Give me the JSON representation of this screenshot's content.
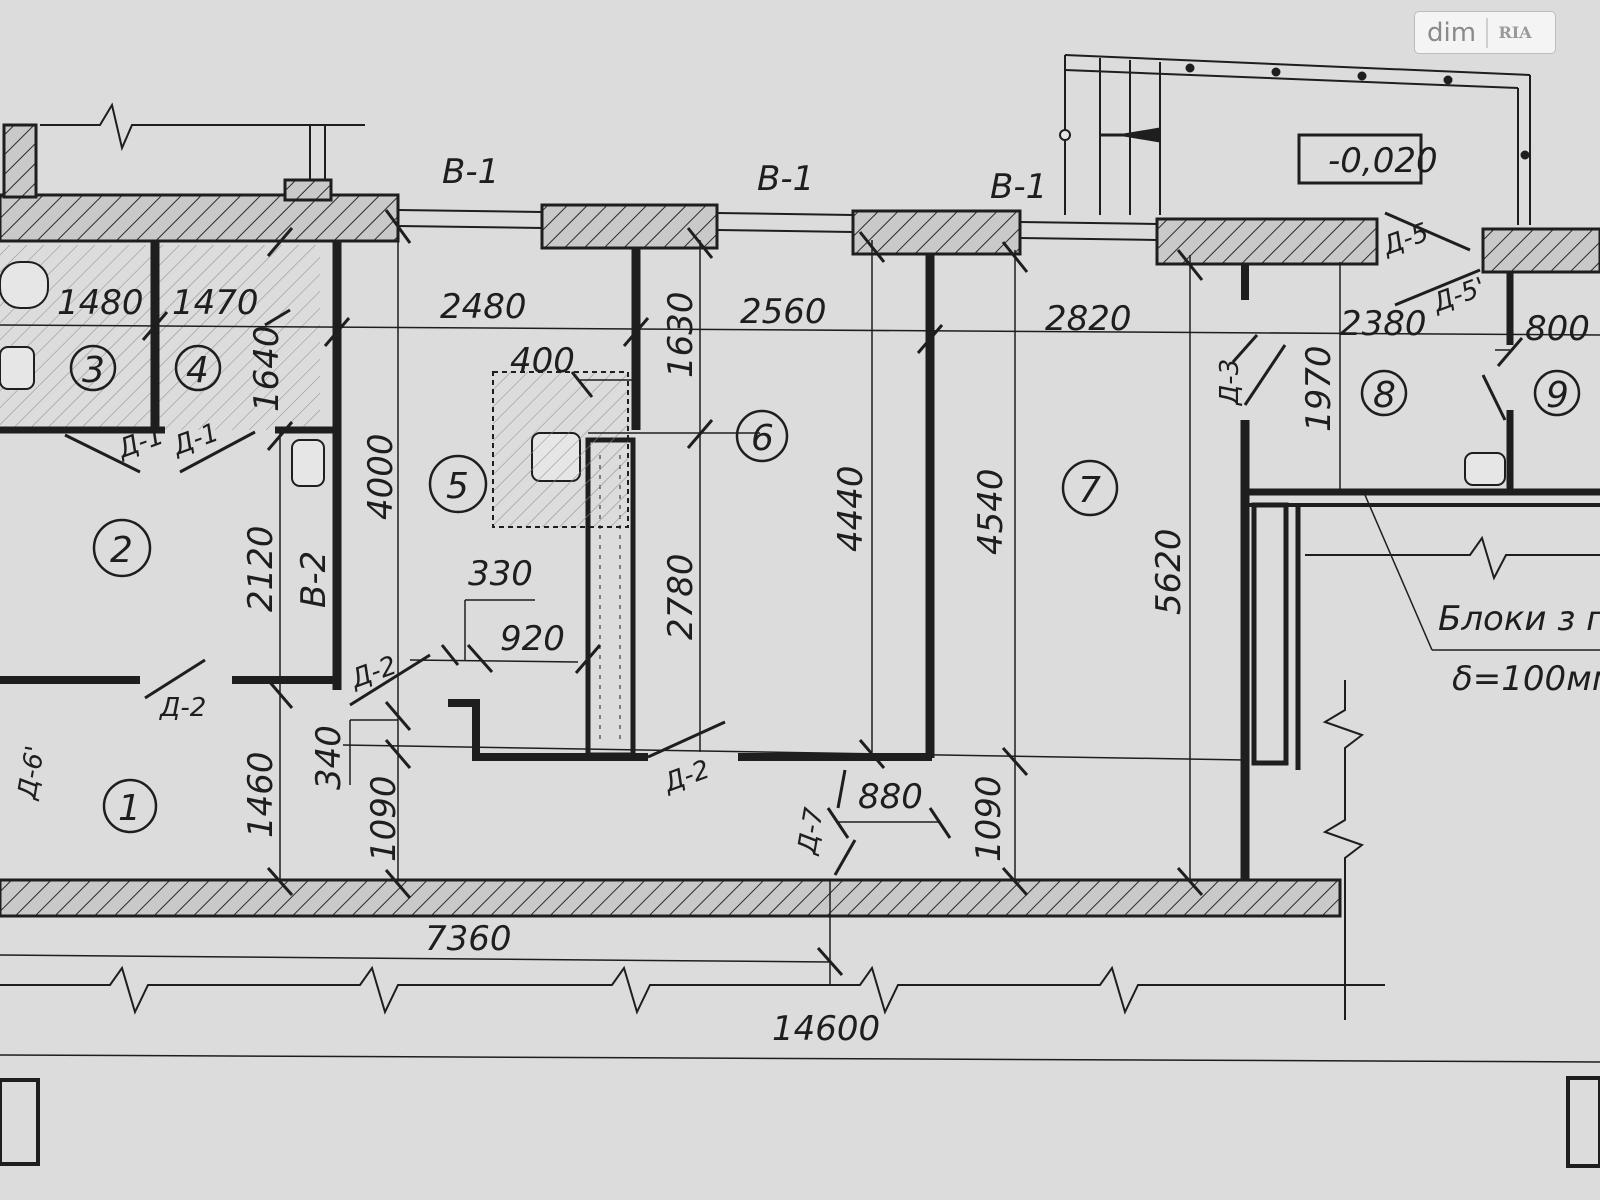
{
  "watermark": {
    "text": "dim",
    "logo": "RIA"
  },
  "level_mark": "-0,020",
  "window_labels": [
    "В-1",
    "В-1",
    "В-1"
  ],
  "window_label_b2": "В-2",
  "door_labels": {
    "d1a": "Д-1",
    "d1b": "Д-1",
    "d2a": "Д-2",
    "d2b": "Д-2",
    "d2c": "Д-2",
    "d3": "Д-3",
    "d5": "Д-5",
    "d5p": "Д-5'",
    "d6p": "Д-6'",
    "d7": "Д-7"
  },
  "rooms": [
    "1",
    "2",
    "3",
    "4",
    "5",
    "6",
    "7",
    "8",
    "9"
  ],
  "dims": {
    "d1480": "1480",
    "d1470": "1470",
    "d1640": "1640",
    "d2480": "2480",
    "d2560": "2560",
    "d2820": "2820",
    "d2380": "2380",
    "d800": "800",
    "d400": "400",
    "d1630": "1630",
    "d4000": "4000",
    "d2120": "2120",
    "d4440": "4440",
    "d4540": "4540",
    "d1970": "1970",
    "d2780": "2780",
    "d5620": "5620",
    "d330": "330",
    "d920": "920",
    "d1460": "1460",
    "d340": "340",
    "d1090a": "1090",
    "d880": "880",
    "d1090b": "1090",
    "d7360": "7360",
    "d14600": "14600"
  },
  "note": {
    "line1": "Блоки з п",
    "line2": "δ=100мм"
  },
  "colors": {
    "paper": "#dcdcdc",
    "ink": "#1e1e1e",
    "hatch_fill": "#c9c9c9"
  }
}
